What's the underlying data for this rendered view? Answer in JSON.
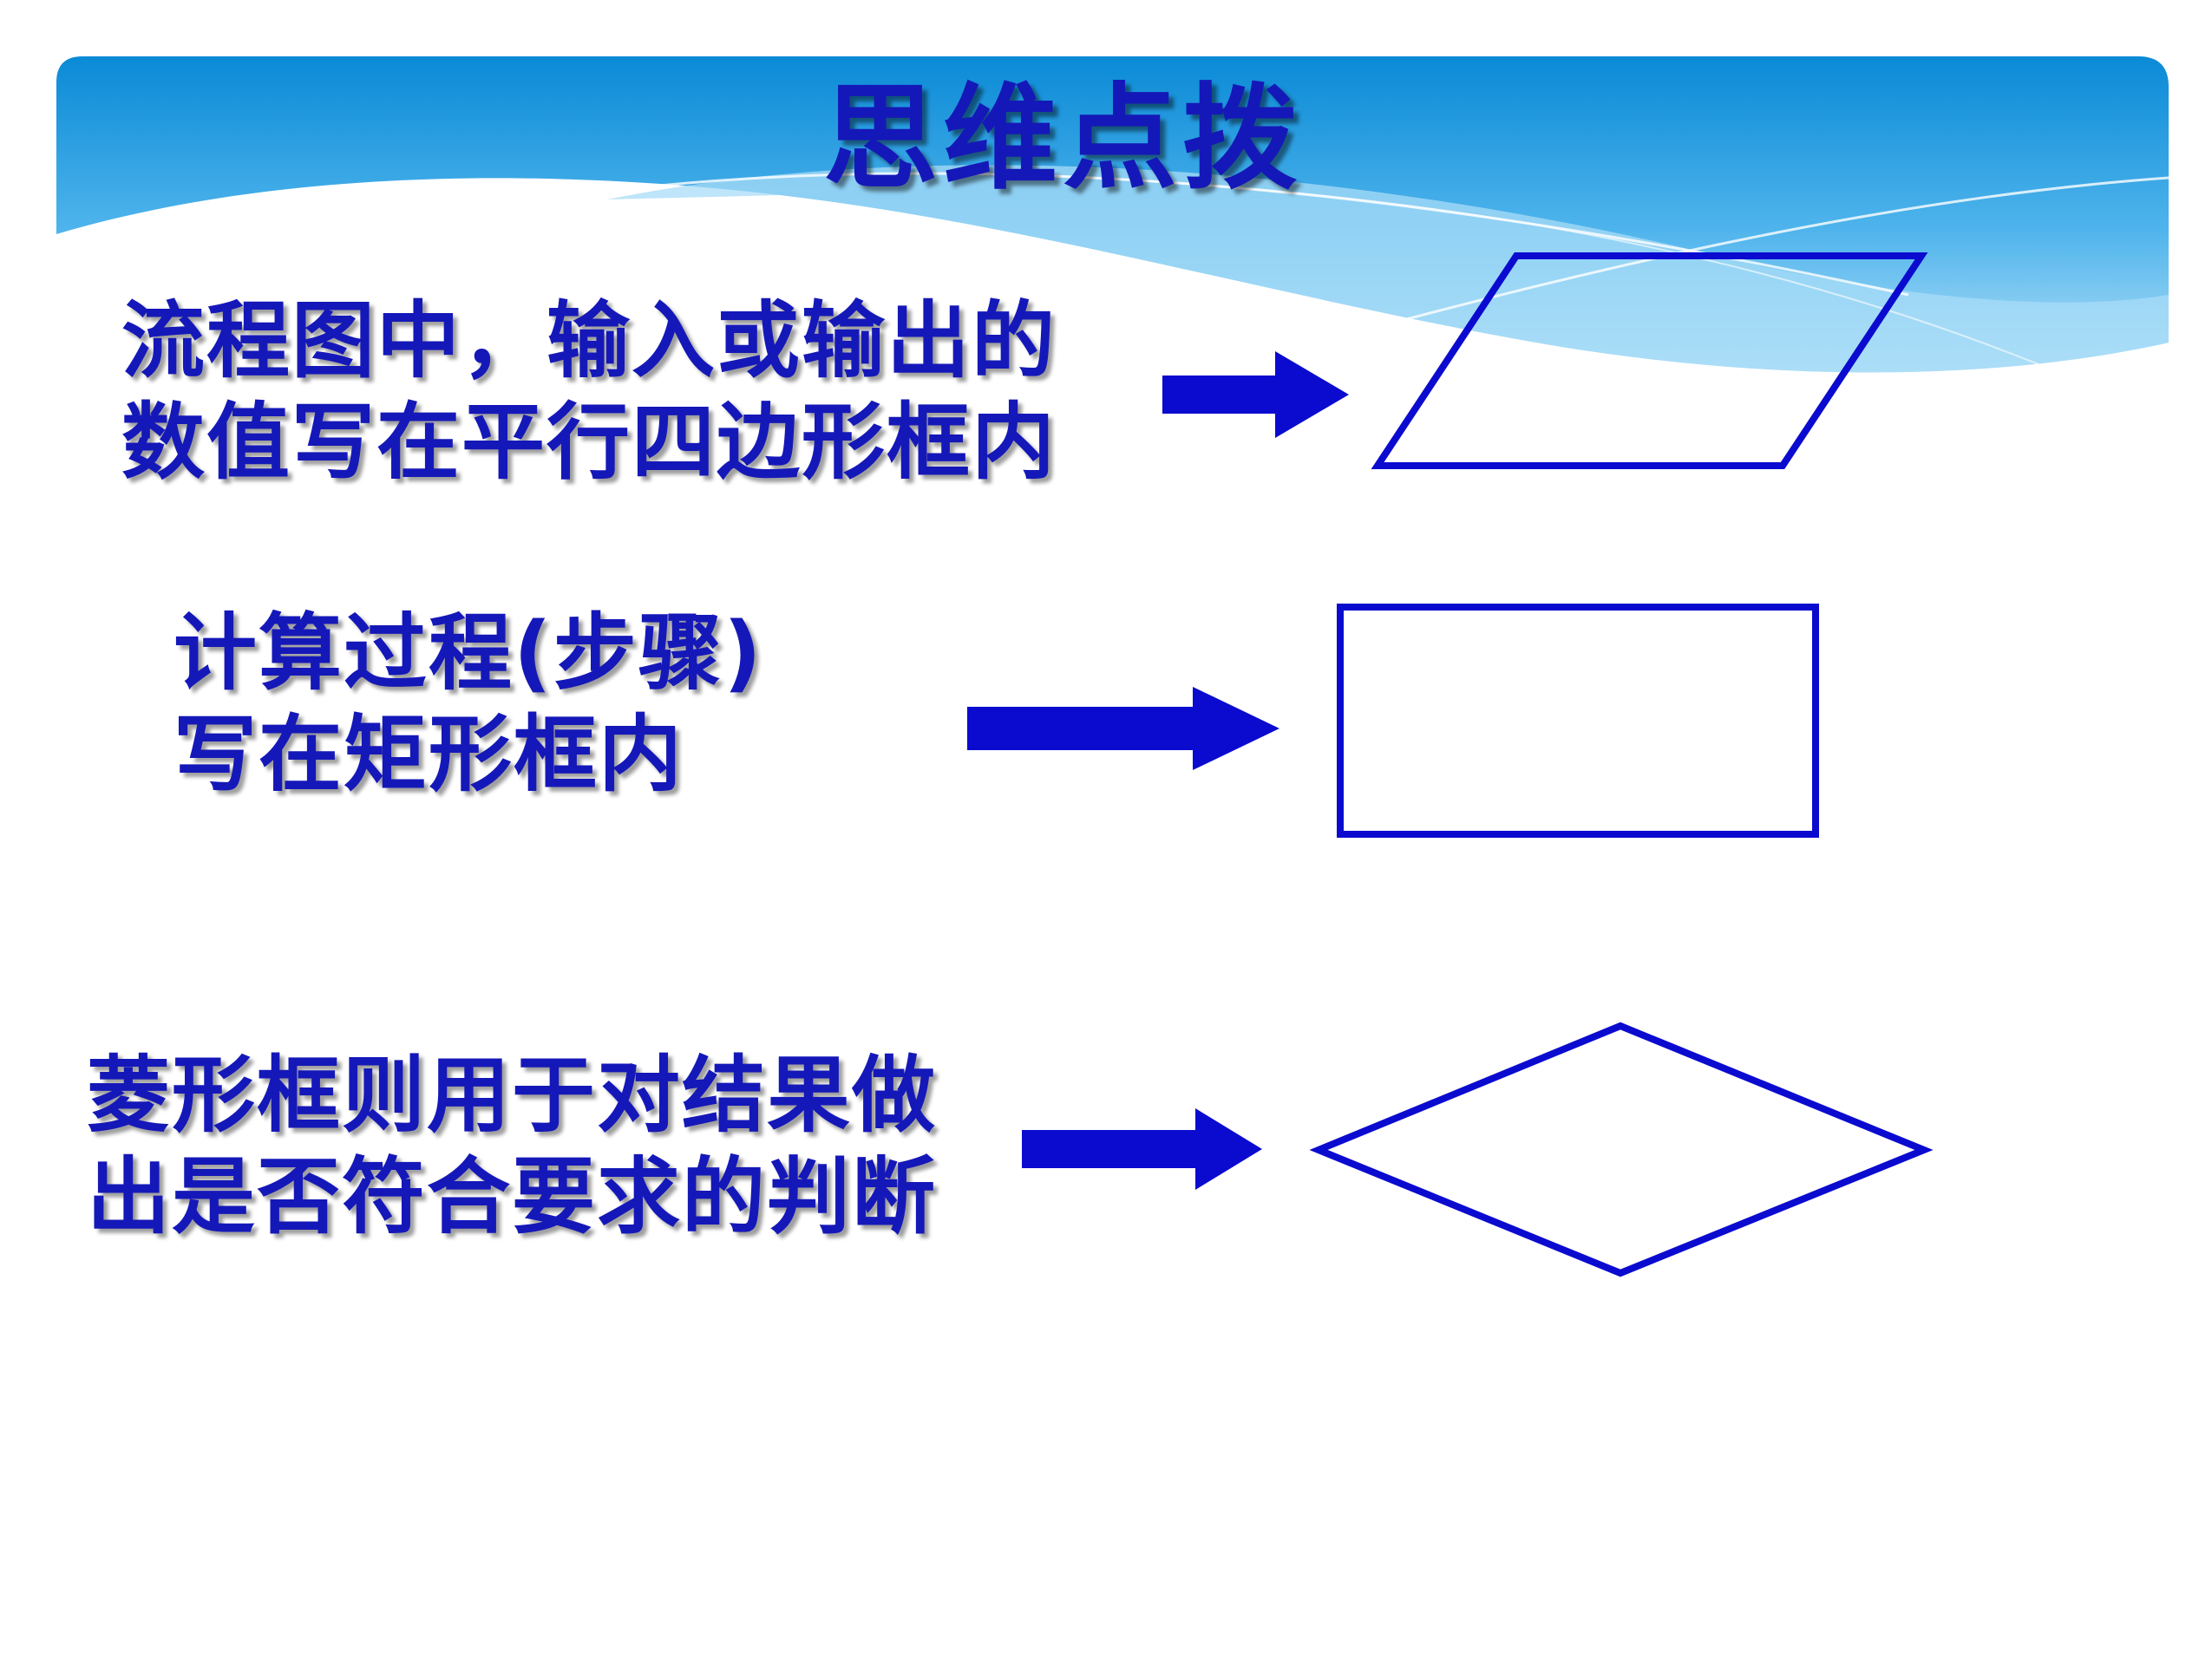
{
  "title": "思维点拨",
  "colors": {
    "text": "#1518b8",
    "shape_stroke": "#0b0bd0",
    "arrow_fill": "#0b0bd0",
    "banner_top": "#0c8fd8",
    "banner_bottom": "#9fd7f5"
  },
  "rows": [
    {
      "shape": "parallelogram",
      "lines": [
        "流程图中，输入或输出的",
        "数值写在平行四边形框内"
      ]
    },
    {
      "shape": "rectangle",
      "lines": [
        "计算过程(步骤)",
        "写在矩形框内"
      ]
    },
    {
      "shape": "diamond",
      "lines": [
        "菱形框则用于对结果做",
        "出是否符合要求的判断"
      ]
    }
  ]
}
